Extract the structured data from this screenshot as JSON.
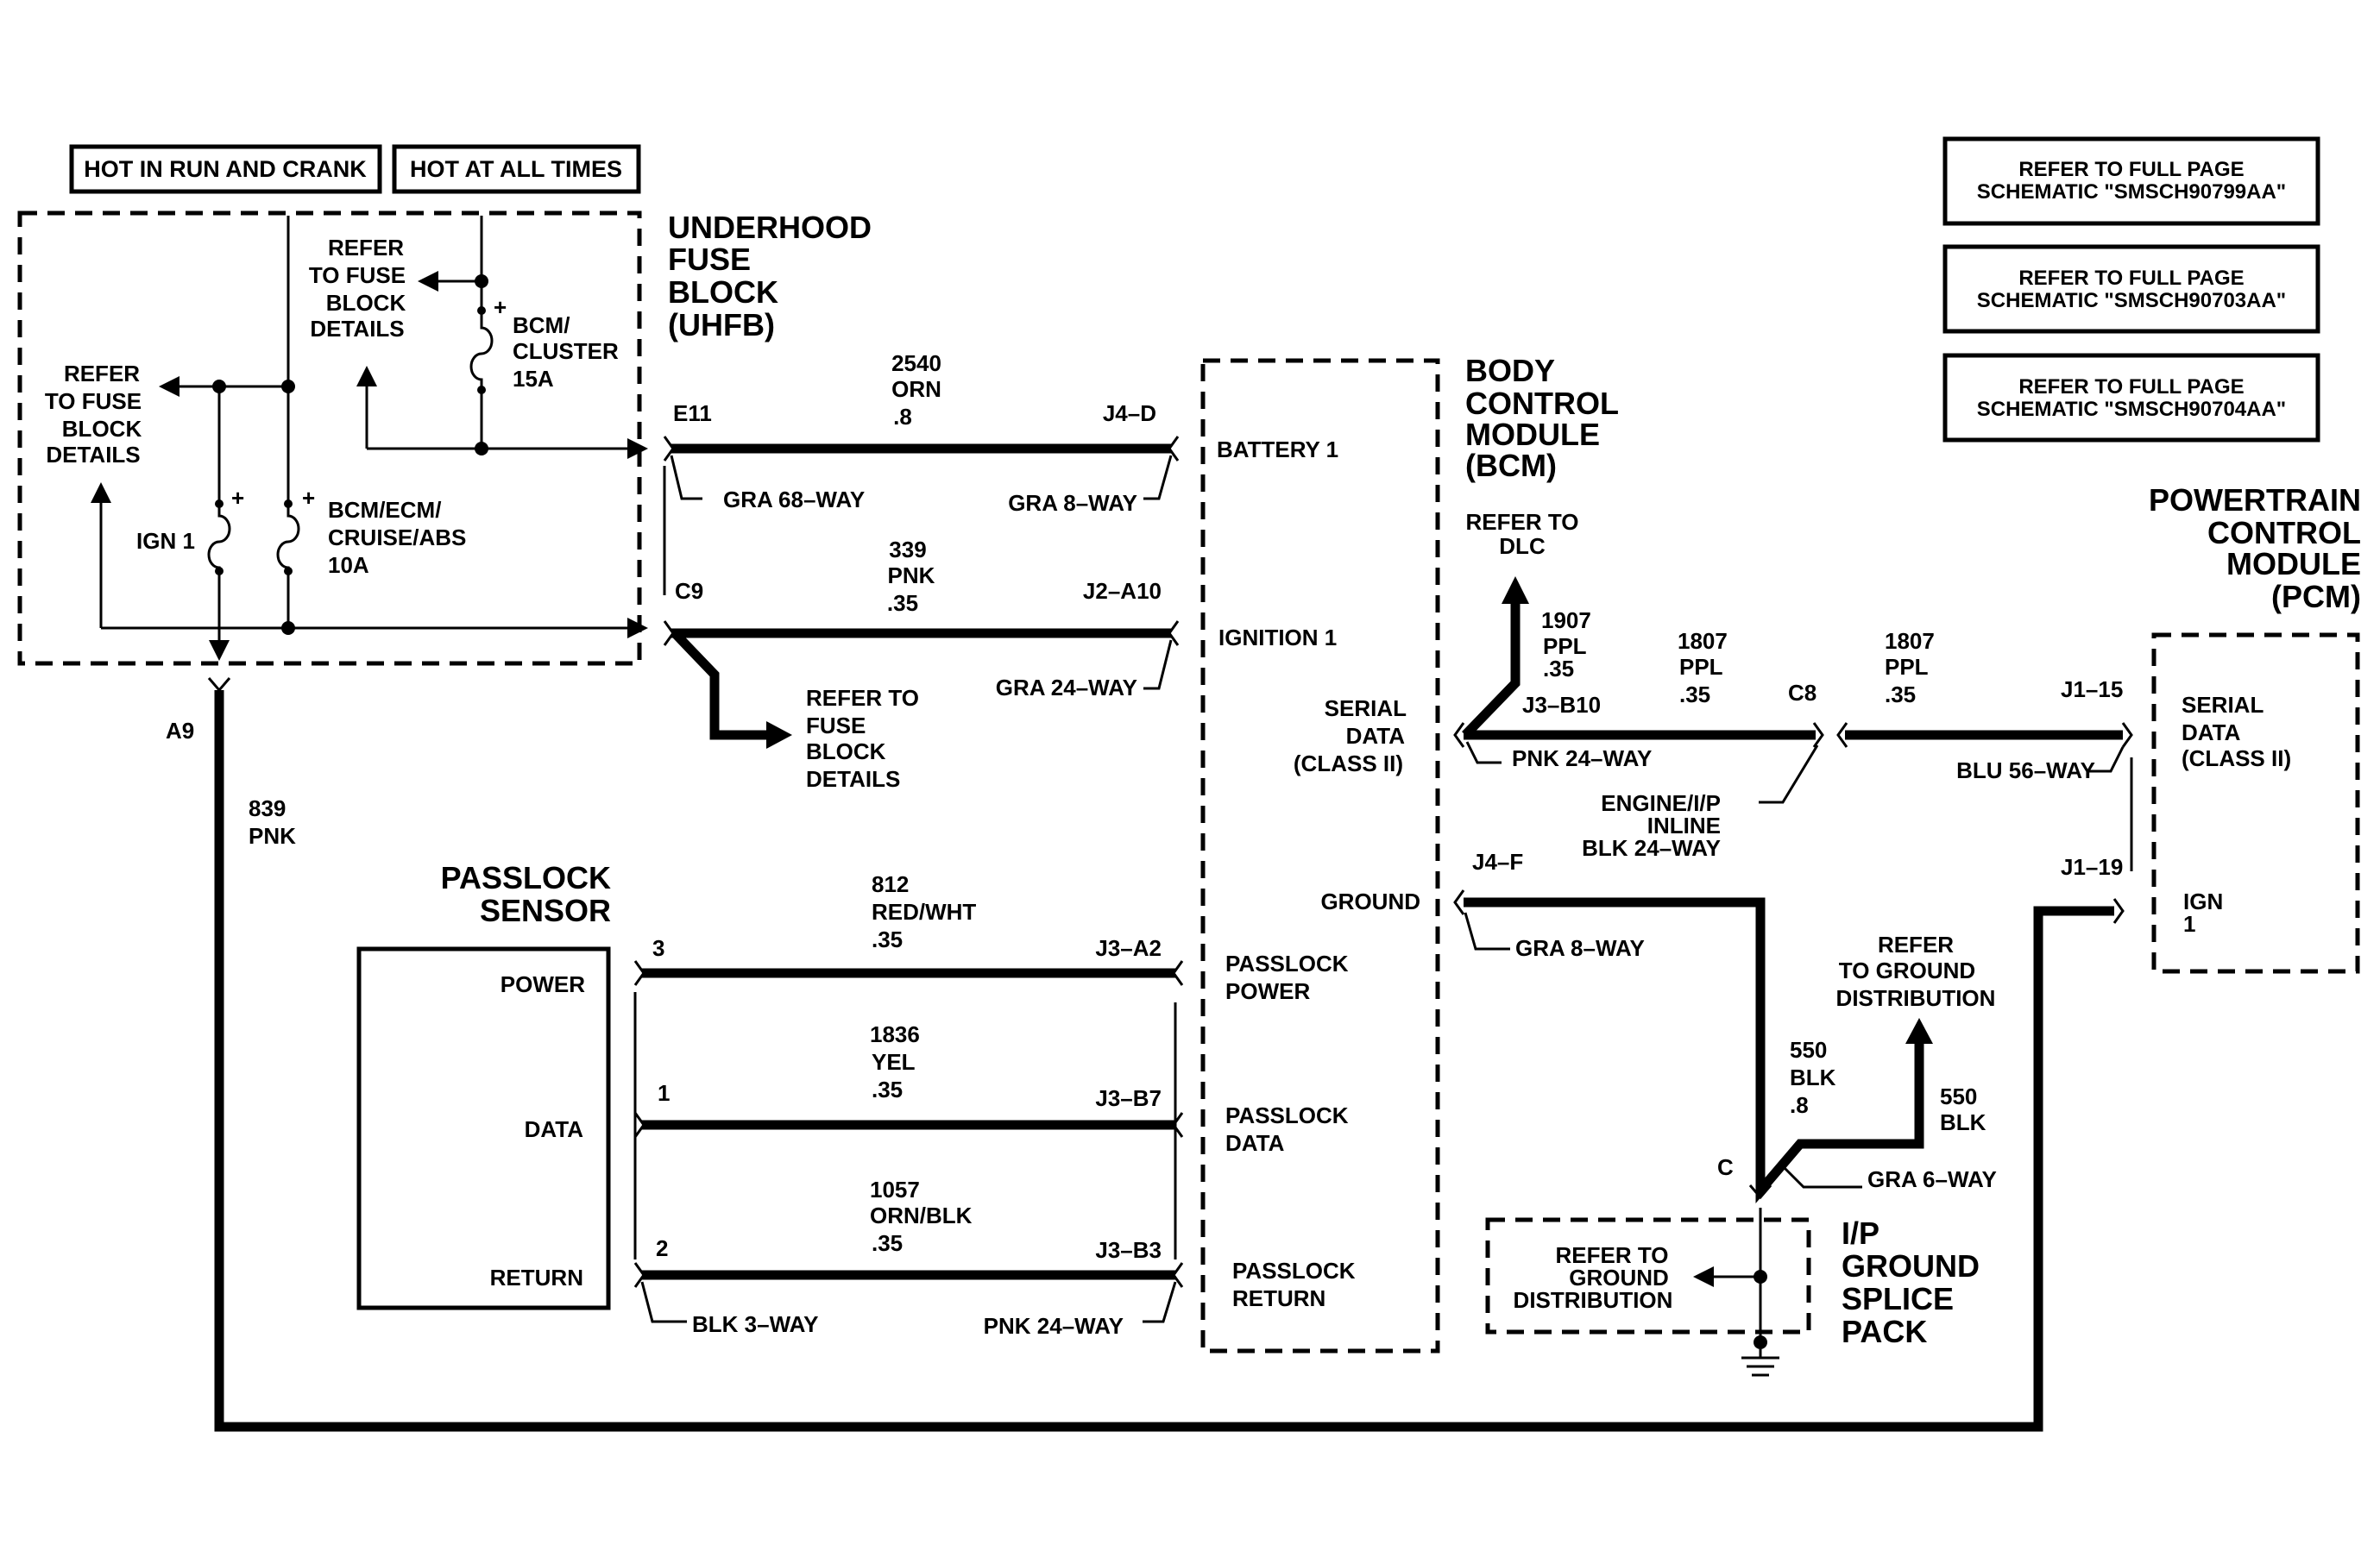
{
  "header": {
    "hot_run": "HOT IN RUN AND CRANK",
    "hot_all": "HOT AT ALL TIMES"
  },
  "refer_boxes": [
    {
      "line1": "REFER TO FULL PAGE",
      "line2": "SCHEMATIC \"SMSCH90799AA\""
    },
    {
      "line1": "REFER TO FULL PAGE",
      "line2": "SCHEMATIC \"SMSCH90703AA\""
    },
    {
      "line1": "REFER TO FULL PAGE",
      "line2": "SCHEMATIC \"SMSCH90704AA\""
    }
  ],
  "uhfb": {
    "title": [
      "UNDERHOOD",
      "FUSE",
      "BLOCK",
      "(UHFB)"
    ],
    "refer_fuse_top": [
      "REFER",
      "TO FUSE",
      "BLOCK",
      "DETAILS"
    ],
    "refer_fuse_left": [
      "REFER",
      "TO FUSE",
      "BLOCK",
      "DETAILS"
    ],
    "fuse_bcm_cluster": [
      "BCM/",
      "CLUSTER",
      "15A"
    ],
    "fuse_bcm_ecm": [
      "BCM/ECM/",
      "CRUISE/ABS",
      "10A"
    ],
    "ign1": "IGN 1",
    "plus": "+"
  },
  "circuits": {
    "c2540": {
      "num": "2540",
      "color": "ORN",
      "gauge": ".8",
      "left_pin": "E11",
      "right_pin": "J4–D",
      "left_conn": "GRA 68–WAY",
      "right_conn": "GRA 8–WAY"
    },
    "c339": {
      "num": "339",
      "color": "PNK",
      "gauge": ".35",
      "left_pin": "C9",
      "right_pin": "J2–A10",
      "right_conn": "GRA 24–WAY"
    },
    "refer_fuse_mid": [
      "REFER TO",
      "FUSE",
      "BLOCK",
      "DETAILS"
    ],
    "c812": {
      "num": "812",
      "color": "RED/WHT",
      "gauge": ".35",
      "left_pin": "3",
      "right_pin": "J3–A2"
    },
    "c1836": {
      "num": "1836",
      "color": "YEL",
      "gauge": ".35",
      "left_pin": "1",
      "right_pin": "J3–B7"
    },
    "c1057": {
      "num": "1057",
      "color": "ORN/BLK",
      "gauge": ".35",
      "left_pin": "2",
      "right_pin": "J3–B3",
      "left_conn": "BLK 3–WAY",
      "right_conn": "PNK 24–WAY"
    },
    "c839": {
      "num": "839",
      "color": "PNK",
      "pin": "A9"
    }
  },
  "passlock": {
    "title": [
      "PASSLOCK",
      "SENSOR"
    ],
    "power": "POWER",
    "data": "DATA",
    "return": "RETURN"
  },
  "bcm": {
    "title": [
      "BODY",
      "CONTROL",
      "MODULE",
      "(BCM)"
    ],
    "battery": "BATTERY 1",
    "ignition": "IGNITION 1",
    "serial": [
      "SERIAL",
      "DATA",
      "(CLASS II)"
    ],
    "ground": "GROUND",
    "pl_power": [
      "PASSLOCK",
      "POWER"
    ],
    "pl_data": [
      "PASSLOCK",
      "DATA"
    ],
    "pl_return": [
      "PASSLOCK",
      "RETURN"
    ]
  },
  "serial_bus": {
    "refer_dlc": [
      "REFER TO",
      "DLC"
    ],
    "c1907": {
      "num": "1907",
      "color": "PPL",
      "gauge": ".35"
    },
    "pin_b10": "J3–B10",
    "pnk24": "PNK 24–WAY",
    "c1807a": {
      "num": "1807",
      "color": "PPL",
      "gauge": ".35"
    },
    "c8": "C8",
    "inline": [
      "ENGINE/I/P",
      "INLINE",
      "BLK 24–WAY"
    ],
    "c1807b": {
      "num": "1807",
      "color": "PPL",
      "gauge": ".35"
    },
    "j115": "J1–15",
    "blu56": "BLU 56–WAY"
  },
  "ground": {
    "pin_j4f": "J4–F",
    "gra8": "GRA 8–WAY",
    "refer_ground_dist": [
      "REFER",
      "TO GROUND",
      "DISTRIBUTION"
    ],
    "c550a": {
      "num": "550",
      "color": "BLK",
      "gauge": ".8"
    },
    "c550b": {
      "num": "550",
      "color": "BLK"
    },
    "pin_c": "C",
    "gra6": "GRA 6–WAY",
    "splice_refer": [
      "REFER TO",
      "GROUND",
      "DISTRIBUTION"
    ],
    "splice_title": [
      "I/P",
      "GROUND",
      "SPLICE",
      "PACK"
    ]
  },
  "pcm": {
    "title": [
      "POWERTRAIN",
      "CONTROL",
      "MODULE",
      "(PCM)"
    ],
    "serial": [
      "SERIAL",
      "DATA",
      "(CLASS II)"
    ],
    "ign": [
      "IGN",
      "1"
    ],
    "j119": "J1–19"
  }
}
